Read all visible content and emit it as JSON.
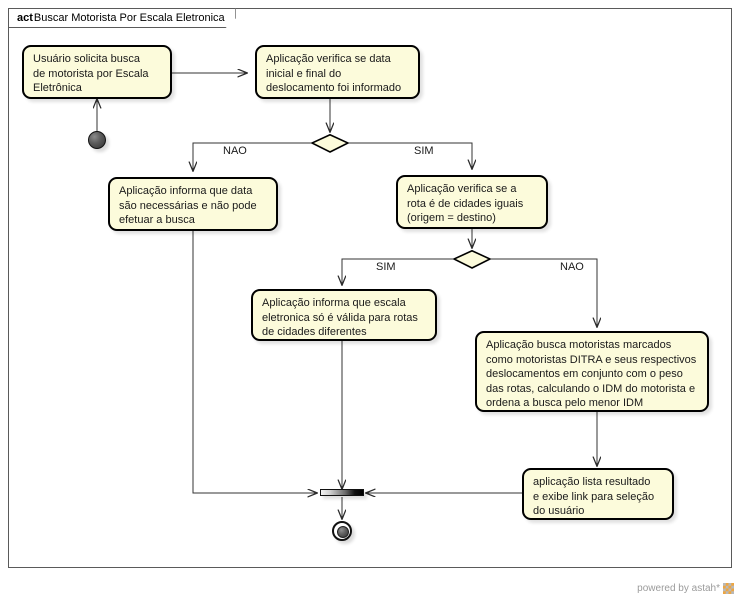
{
  "frame": {
    "keyword": "act",
    "name": "Buscar Motorista Por Escala Eletronica"
  },
  "nodes": {
    "start": {
      "name": "initial-node"
    },
    "a1": {
      "text": "Usuário solicita busca\nde motorista por Escala\nEletrônica"
    },
    "a2": {
      "text": "Aplicação verifica se data\ninicial e final do\ndeslocamento foi informado"
    },
    "a3": {
      "text": "Aplicação informa que data\nsão necessárias e não pode\nefetuar a busca"
    },
    "a4": {
      "text": "Aplicação verifica se a\nrota é de cidades iguais\n(origem = destino)"
    },
    "a5": {
      "text": "Aplicação informa que escala\neletronica só é válida para rotas\nde cidades diferentes"
    },
    "a6": {
      "text": "Aplicação busca motoristas marcados\ncomo motoristas DITRA e seus respectivos\ndeslocamentos em conjunto com o peso\ndas rotas, calculando o IDM do motorista e\nordena a busca pelo menor IDM"
    },
    "a7": {
      "text": "aplicação lista resultado\ne exibe link para seleção\ndo usuário"
    },
    "end": {
      "name": "final-node"
    }
  },
  "guards": {
    "d1_no": "NAO",
    "d1_yes": "SIM",
    "d2_yes": "SIM",
    "d2_no": "NAO"
  },
  "watermark": {
    "text": "powered by astah*"
  },
  "colors": {
    "node_fill": "#fcfbdb",
    "node_border": "#000000",
    "frame_border": "#5a5a5a",
    "edge": "#333333",
    "watermark_text": "#9b9b9b",
    "logo_orange": "#f0a53c"
  }
}
